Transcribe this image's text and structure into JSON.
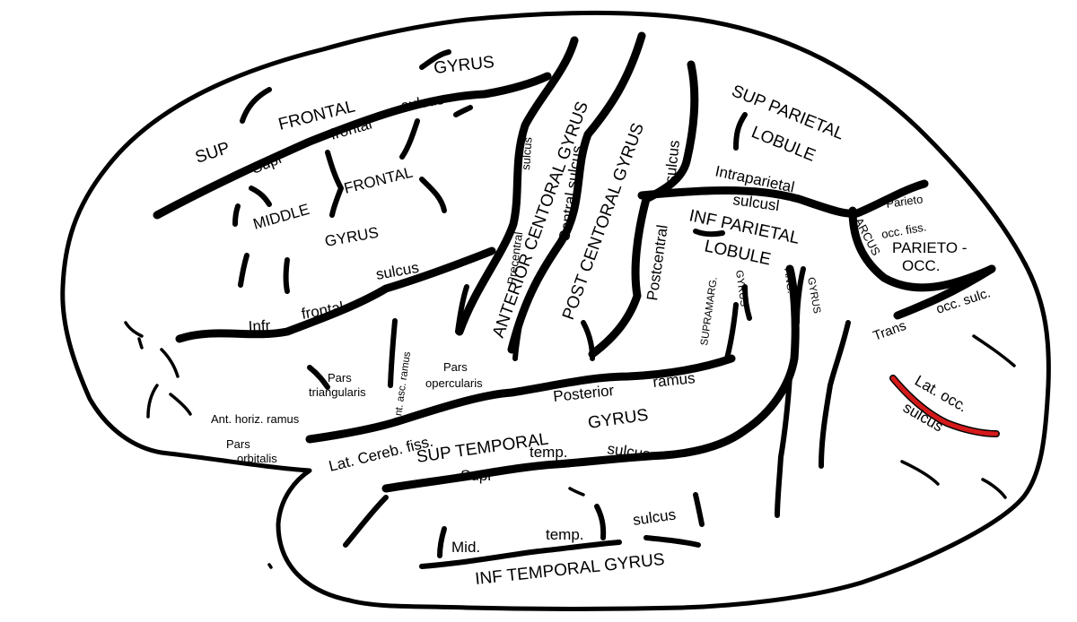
{
  "accent_color": "#d41a1a",
  "labels": {
    "sup_1": "SUP",
    "frontal_1": "FRONTAL",
    "gyrus_top": "GYRUS",
    "supr": "Supr",
    "frontal_2": "frontal",
    "sulcus_1": "sulcus",
    "middle": "MIDDLE",
    "frontal_3": "FRONTAL",
    "gyrus_mid": "GYRUS",
    "infr": "Infr",
    "frontal_4": "frontal",
    "sulcus_2": "sulcus",
    "pars_tri_1": "Pars",
    "pars_tri_2": "triangularis",
    "ant_asc": "Ant. asc. ramus",
    "pars_operc_1": "Pars",
    "pars_operc_2": "opercularis",
    "ant_horiz": "Ant. horiz. ramus",
    "pars_orb_1": "Pars",
    "pars_orb_2": "orbitalis",
    "precentral": "Precentral",
    "anterior_cg": "ANTERIOR  CENTORAL GYRUS",
    "sulcus_c": "sulcus",
    "central_sulcus": "Central  sulcus",
    "post_cg": "POST  CENTORAL  GYRUS",
    "sulcus_pc": "sulcus",
    "postcentral": "Postcentral",
    "sup_parietal": "SUP  PARIETAL",
    "lobule_1": "LOBULE",
    "intraparietal": "Intraparietal",
    "sulcusl": "sulcusl",
    "inf_parietal": "INF  PARIETAL",
    "lobule_2": "LOBULE",
    "supramarg": "SUPRAMARG.",
    "gyrus_sm": "GYRUS",
    "ang": "ANG.",
    "gyrus_ang": "GYRUS",
    "parieto": "Parieto",
    "occ_fiss": "occ. fiss.",
    "arcus": "ARCUS",
    "parieto_occ_1": "PARIETO -",
    "parieto_occ_2": "OCC.",
    "trans": "Trans",
    "occ_sulc": "occ. sulc.",
    "lat_occ": "Lat. occ.",
    "sulcus_lo": "sulcus",
    "posterior": "Posterior",
    "ramus": "ramus",
    "lat_cereb": "Lat. Cereb. fiss.",
    "sup_temporal": "SUP  TEMPORAL",
    "gyrus_st": "GYRUS",
    "supr_2": "Supr",
    "temp_1": "temp.",
    "sulcus_st": "sulcus",
    "mid": "Mid.",
    "temp_2": "temp.",
    "sulcus_mt": "sulcus",
    "inf_temporal": "INF  TEMPORAL  GYRUS"
  }
}
